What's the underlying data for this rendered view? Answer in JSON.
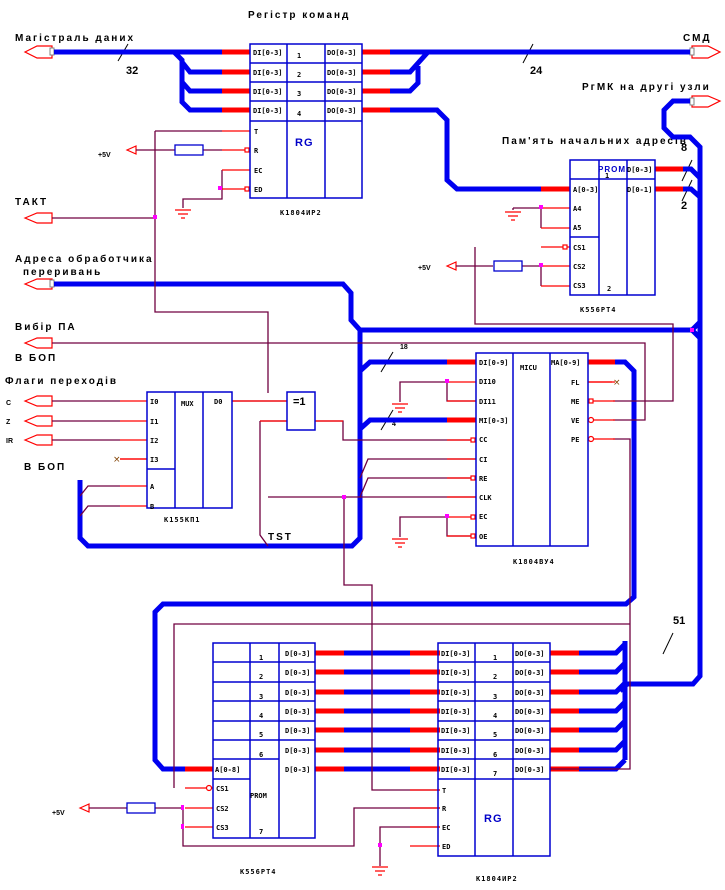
{
  "diagram": {
    "labels": {
      "command_register": "Регістр команд",
      "data_bus": "Магістраль даних",
      "smd": "СМД",
      "rgmk_other": "РгМК на другі узли",
      "start_addr_memory": "Пам'ять начальних адресів",
      "clock": "ТАКТ",
      "plus5v_1": "+5V",
      "plus5v_2": "+5V",
      "plus5v_3": "+5V",
      "interrupt_addr_1": "Адреса обработчика",
      "interrupt_addr_2": "переривань",
      "pa_select": "Вибір ПА",
      "to_bop_1": "В БОП",
      "branch_flags": "Флаги переходів",
      "flag_c": "C",
      "flag_z": "Z",
      "flag_ir": "IR",
      "to_bop_2": "В БОП",
      "tst": "TST"
    },
    "bus_widths": {
      "data_bus": "32",
      "smd": "24",
      "rgmk": "8",
      "prom_d1": "2",
      "micu_di": "18",
      "micu_mi": "4",
      "output": "51"
    },
    "chips": {
      "rg_top": {
        "name": "RG",
        "part": "К1804ИР2",
        "inputs": [
          "DI[0-3]",
          "DI[0-3]",
          "DI[0-3]",
          "DI[0-3]"
        ],
        "outputs": [
          "DO[0-3]",
          "DO[0-3]",
          "DO[0-3]",
          "DO[0-3]"
        ],
        "sections": [
          "1",
          "2",
          "3",
          "4"
        ],
        "controls": [
          "T",
          "R",
          "EC",
          "ED"
        ]
      },
      "prom_top": {
        "name": "PROM",
        "part": "К556РТ4",
        "top_num": "1",
        "bottom_num": "2",
        "inputs": [
          "A[0-3]",
          "A4",
          "A5"
        ],
        "cs": [
          "CS1",
          "CS2",
          "CS3"
        ],
        "outputs": [
          "D[0-3]",
          "D[0-1]"
        ]
      },
      "mux": {
        "name": "MUX",
        "part": "К155КП1",
        "inputs": [
          "I0",
          "I1",
          "I2",
          "I3"
        ],
        "select": [
          "A",
          "B"
        ],
        "output": "D0"
      },
      "xor": {
        "name": "=1"
      },
      "micu": {
        "name": "MICU",
        "part": "К1804ВУ4",
        "inputs": [
          "DI[0-9]",
          "DI10",
          "DI11",
          "MI[0-3]",
          "CC",
          "CI",
          "RE",
          "CLK",
          "EC",
          "OE"
        ],
        "outputs": [
          "MA[0-9]",
          "FL",
          "ME",
          "VE",
          "PE"
        ]
      },
      "prom_bottom": {
        "name": "PROM",
        "part": "К556РТ4",
        "sections": [
          "1",
          "2",
          "3",
          "4",
          "5",
          "6"
        ],
        "bottom_num": "7",
        "address": "A[0-8]",
        "cs": [
          "CS1",
          "CS2",
          "CS3"
        ],
        "outputs": [
          "D[0-3]",
          "D[0-3]",
          "D[0-3]",
          "D[0-3]",
          "D[0-3]",
          "D[0-3]",
          "D[0-3]"
        ]
      },
      "rg_bottom": {
        "name": "RG",
        "part": "К1804ИР2",
        "inputs": [
          "DI[0-3]",
          "DI[0-3]",
          "DI[0-3]",
          "DI[0-3]",
          "DI[0-3]",
          "DI[0-3]",
          "DI[0-3]"
        ],
        "outputs": [
          "DO[0-3]",
          "DO[0-3]",
          "DO[0-3]",
          "DO[0-3]",
          "DO[0-3]",
          "DO[0-3]",
          "DO[0-3]"
        ],
        "sections": [
          "1",
          "2",
          "3",
          "4",
          "5",
          "6",
          "7"
        ],
        "controls": [
          "T",
          "R",
          "EC",
          "ED"
        ]
      }
    },
    "colors": {
      "bus": "#0000f0",
      "bus_pin": "#ff0000",
      "wire": "#700040",
      "pin_wire": "#ff0000",
      "chip_outline": "#0000d0",
      "junction": "#ff00ff"
    }
  }
}
